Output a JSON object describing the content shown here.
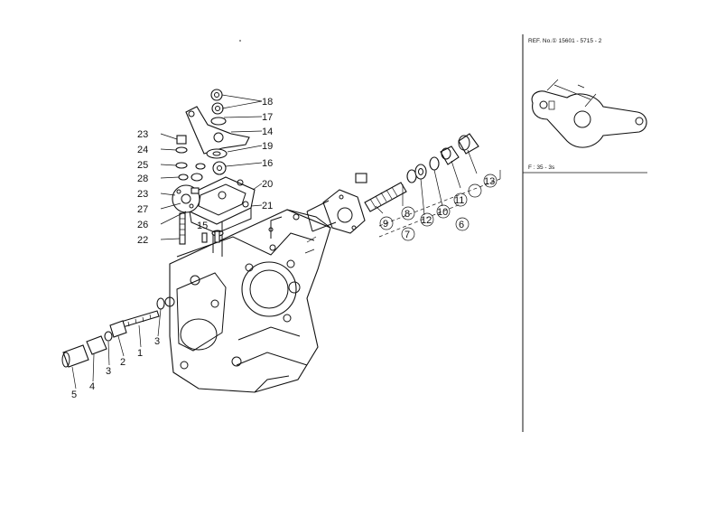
{
  "diagram": {
    "part_labels": [
      "18",
      "17",
      "14",
      "19",
      "16",
      "20",
      "21",
      "23",
      "24",
      "25",
      "28",
      "23",
      "27",
      "26",
      "22",
      "15",
      "9",
      "8",
      "7",
      "12",
      "10",
      "11",
      "13",
      "6",
      "1",
      "2",
      "3",
      "3",
      "4",
      "5"
    ]
  },
  "sidebar": {
    "ref_text": "REF. No.① 15601 - 5715 - 2",
    "ref_code": "F : 35 - 3s"
  }
}
